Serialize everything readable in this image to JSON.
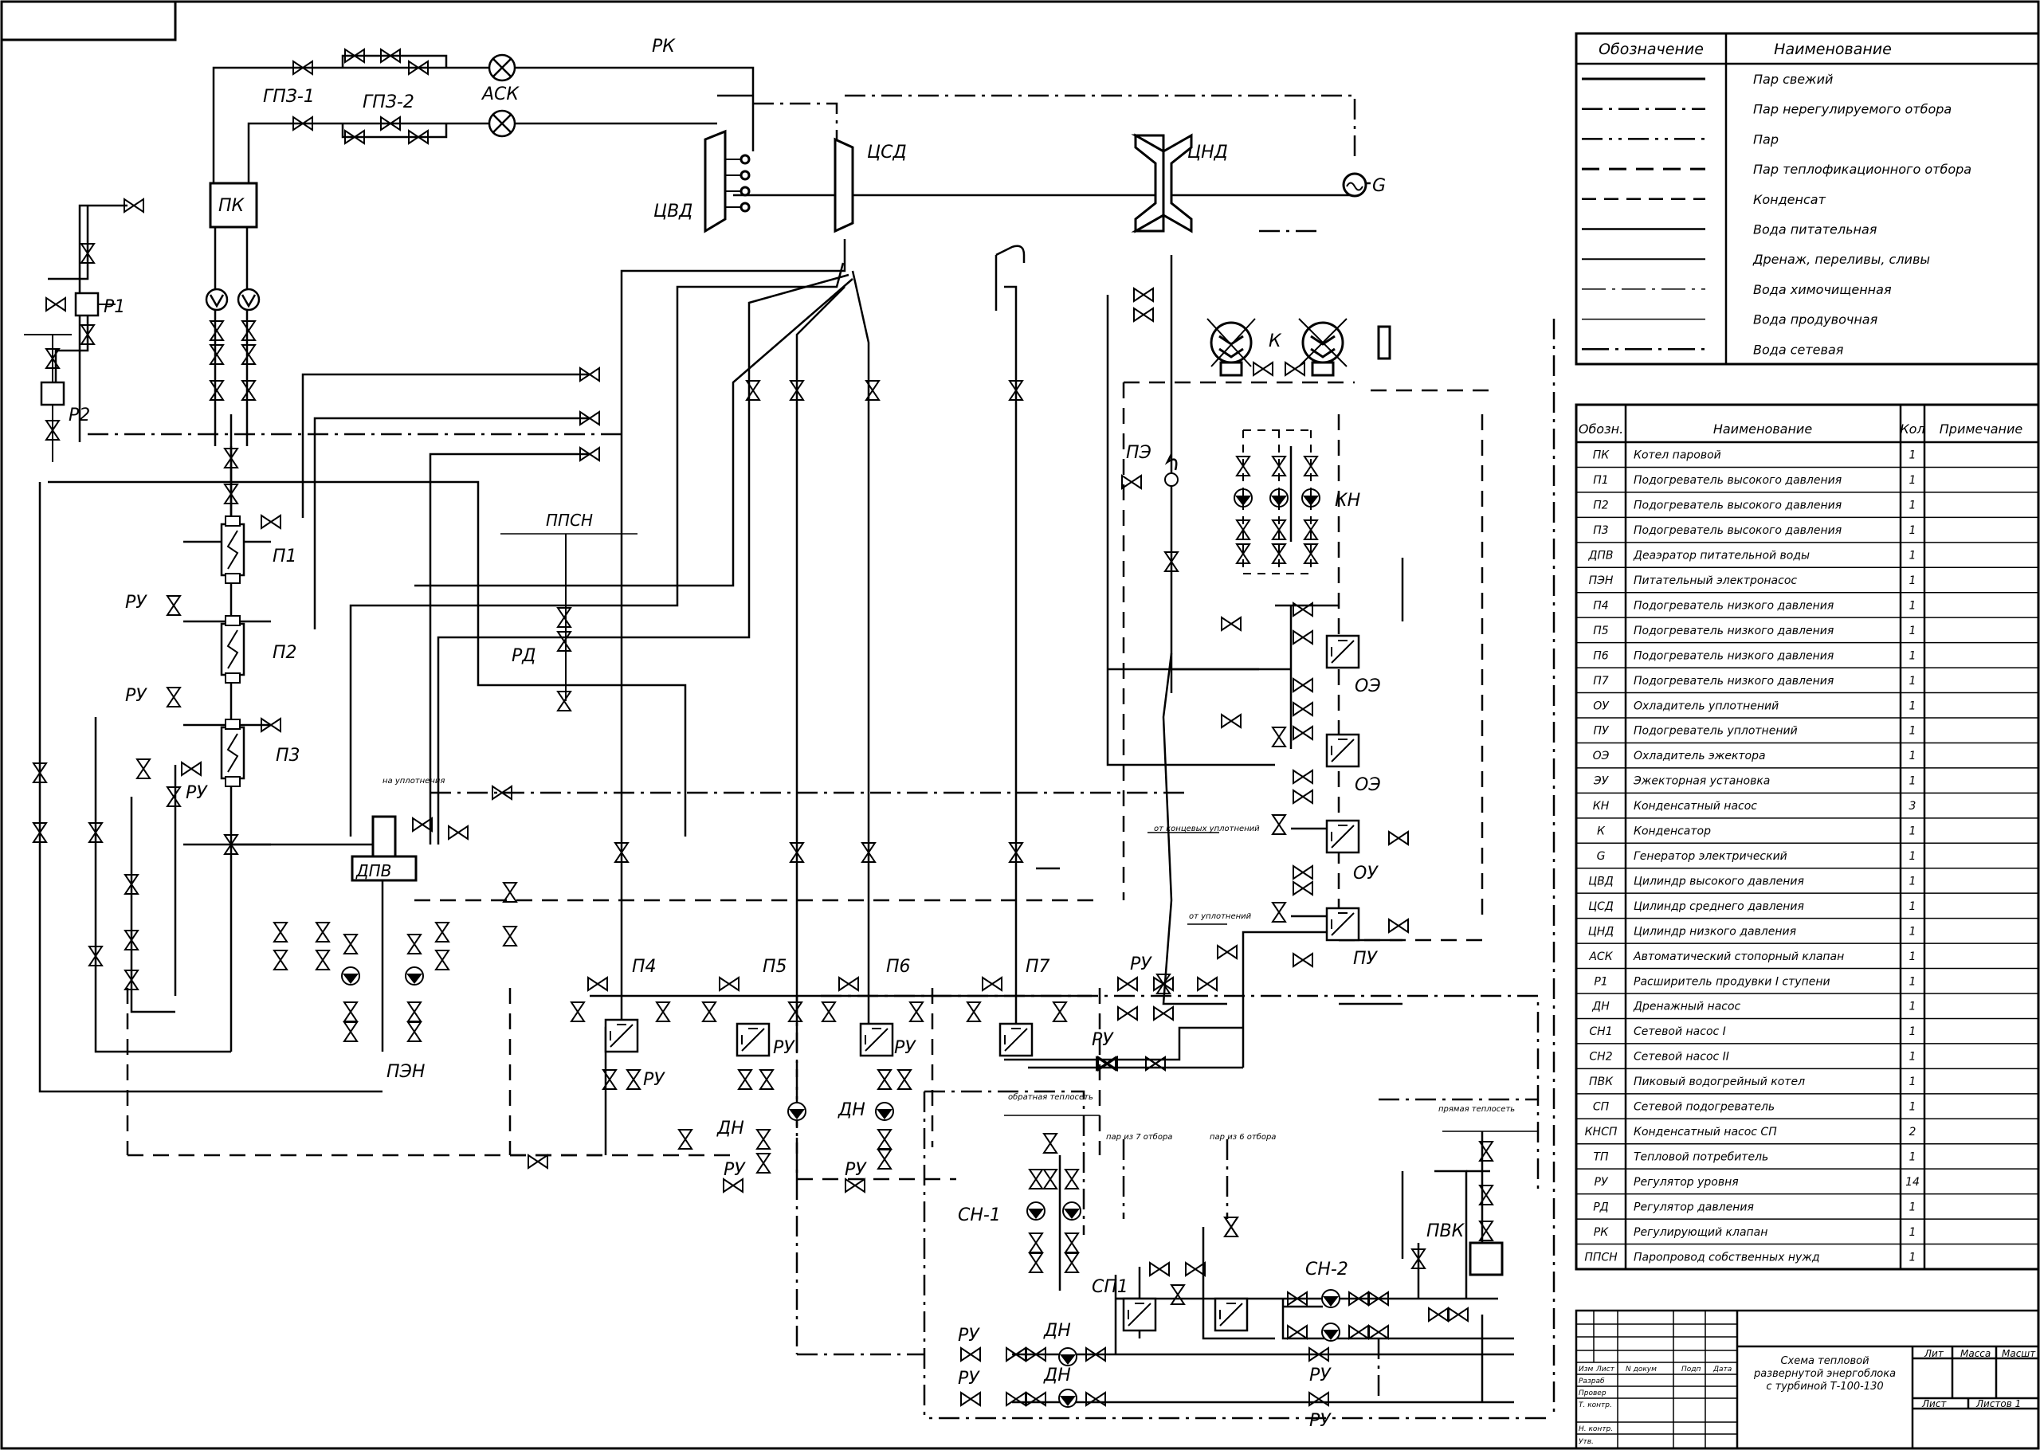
{
  "labels": {
    "rk": "РК",
    "gpz1": "ГПЗ-1",
    "gpz2": "ГПЗ-2",
    "ask": "АСК",
    "pk": "ПК",
    "tsvd": "ЦВД",
    "tssd": "ЦСД",
    "tsnd": "ЦНД",
    "g": "G",
    "p1": "Р1",
    "p2": "Р2",
    "pp1": "П1",
    "pp2": "П2",
    "pp3": "П3",
    "ru": "РУ",
    "ppsn": "ППСН",
    "rd": "РД",
    "dpv": "ДПВ",
    "pen": "ПЭН",
    "na_upl": "на уплотнения",
    "pe": "ПЭ",
    "k": "К",
    "kn": "КН",
    "oe": "ОЭ",
    "ou": "ОУ",
    "pu": "ПУ",
    "ot_konc": "от концевых уплотнений",
    "ot_upl": "от уплотнений",
    "p4": "П4",
    "p5": "П5",
    "p6": "П6",
    "p7": "П7",
    "dn": "ДН",
    "sn1": "СН-1",
    "sn2": "СН-2",
    "sp1": "СП1",
    "pvk": "ПВК",
    "obr_teplo": "обратная теплосеть",
    "par_7": "пар из 7 отбора",
    "par_6": "пар из 6 отбора",
    "pr_teplo": "прямая теплосеть"
  },
  "legend": {
    "header": [
      "Обозначение",
      "Наименование"
    ],
    "items": [
      "Пар свежий",
      "Пар нерегулируемого отбора",
      "Пар",
      "Пар теплофикационного отбора",
      "Конденсат",
      "Вода питательная",
      "Дренаж, переливы, сливы",
      "Вода химочищенная",
      "Вода продувочная",
      "Вода сетевая"
    ]
  },
  "spec": {
    "header": [
      "Обозн.",
      "Наименование",
      "Кол",
      "Примечание"
    ],
    "rows": [
      [
        "ПК",
        "Котел паровой",
        "1"
      ],
      [
        "П1",
        "Подогреватель высокого давления",
        "1"
      ],
      [
        "П2",
        "Подогреватель высокого давления",
        "1"
      ],
      [
        "П3",
        "Подогреватель высокого давления",
        "1"
      ],
      [
        "ДПВ",
        "Деаэратор питательной воды",
        "1"
      ],
      [
        "ПЭН",
        "Питательный электронасос",
        "1"
      ],
      [
        "П4",
        "Подогреватель низкого давления",
        "1"
      ],
      [
        "П5",
        "Подогреватель низкого давления",
        "1"
      ],
      [
        "П6",
        "Подогреватель низкого давления",
        "1"
      ],
      [
        "П7",
        "Подогреватель низкого давления",
        "1"
      ],
      [
        "ОУ",
        "Охладитель уплотнений",
        "1"
      ],
      [
        "ПУ",
        "Подогреватель уплотнений",
        "1"
      ],
      [
        "ОЭ",
        "Охладитель эжектора",
        "1"
      ],
      [
        "ЭУ",
        "Эжекторная установка",
        "1"
      ],
      [
        "КН",
        "Конденсатный насос",
        "3"
      ],
      [
        "К",
        "Конденсатор",
        "1"
      ],
      [
        "G",
        "Генератор электрический",
        "1"
      ],
      [
        "ЦВД",
        "Цилиндр высокого давления",
        "1"
      ],
      [
        "ЦСД",
        "Цилиндр среднего давления",
        "1"
      ],
      [
        "ЦНД",
        "Цилиндр низкого давления",
        "1"
      ],
      [
        "АСК",
        "Автоматический стопорный клапан",
        "1"
      ],
      [
        "Р1",
        "Расширитель продувки I ступени",
        "1"
      ],
      [
        "ДН",
        "Дренажный насос",
        "1"
      ],
      [
        "СН1",
        "Сетевой насос I",
        "1"
      ],
      [
        "СН2",
        "Сетевой насос II",
        "1"
      ],
      [
        "ПВК",
        "Пиковый водогрейный котел",
        "1"
      ],
      [
        "СП",
        "Сетевой подогреватель",
        "1"
      ],
      [
        "КНСП",
        "Конденсатный насос СП",
        "2"
      ],
      [
        "ТП",
        "Тепловой потребитель",
        "1"
      ],
      [
        "РУ",
        "Регулятор уровня",
        "14"
      ],
      [
        "РД",
        "Регулятор давления",
        "1"
      ],
      [
        "РК",
        "Регулирующий клапан",
        "1"
      ],
      [
        "ППСН",
        "Паропровод собственных нужд",
        "1"
      ]
    ]
  },
  "stamp": {
    "title": "Схема тепловой развернутой энергоблока с турбиной Т-100-130",
    "title_lines": [
      "Схема тепловой",
      "развернутой энергоблока",
      "с турбиной Т-100-130"
    ],
    "lit": "Лит",
    "massa": "Масса",
    "masht": "Масшт",
    "list": "Лист",
    "listov": "Листов 1",
    "izm": "Изм",
    "list2": "Лист",
    "ndokum": "N докум",
    "podp": "Подп",
    "data": "Дата",
    "razrab": "Разраб",
    "prover": "Провер",
    "tkontr": "Т. контр.",
    "nkontr": "Н. контр.",
    "utv": "Утв."
  }
}
